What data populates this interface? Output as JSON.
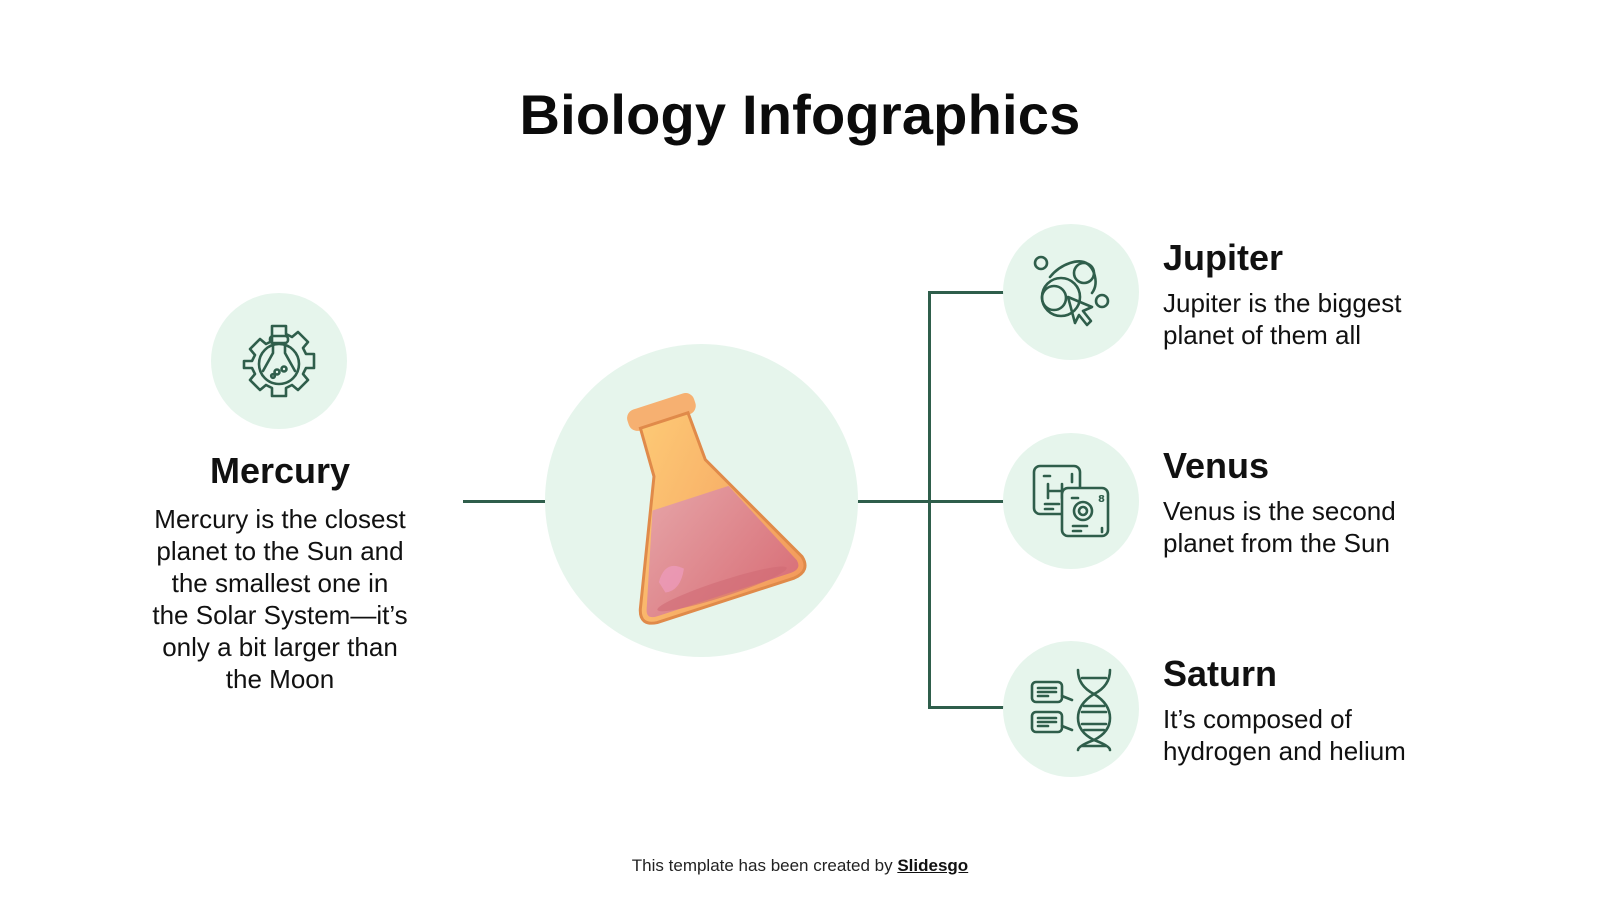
{
  "title": "Biology Infographics",
  "colors": {
    "accent_line": "#2f5e4b",
    "circle_fill": "#e6f5ec",
    "icon_stroke": "#2f5e4b"
  },
  "center": {
    "icon": "erlenmeyer-flask-illustration"
  },
  "left": {
    "icon": "gear-flask-icon",
    "heading": "Mercury",
    "description": "Mercury is the closest planet to the Sun and the smallest one in the Solar System—it’s only a bit larger than the Moon",
    "lines": [
      "Mercury is the closest",
      "planet to the Sun and",
      "the smallest one in",
      "the Solar System—it’s",
      "only a bit larger than",
      "the Moon"
    ]
  },
  "right": [
    {
      "icon": "cells-cursor-icon",
      "heading": "Jupiter",
      "lines": [
        "Jupiter is the biggest",
        "planet of them all"
      ]
    },
    {
      "icon": "periodic-elements-icon",
      "heading": "Venus",
      "lines": [
        "Venus is the second",
        "planet from the Sun"
      ]
    },
    {
      "icon": "dna-chat-icon",
      "heading": "Saturn",
      "lines": [
        "It’s composed of",
        "hydrogen and helium"
      ]
    }
  ],
  "footer": {
    "text": "This template has been created by ",
    "link": "Slidesgo"
  }
}
